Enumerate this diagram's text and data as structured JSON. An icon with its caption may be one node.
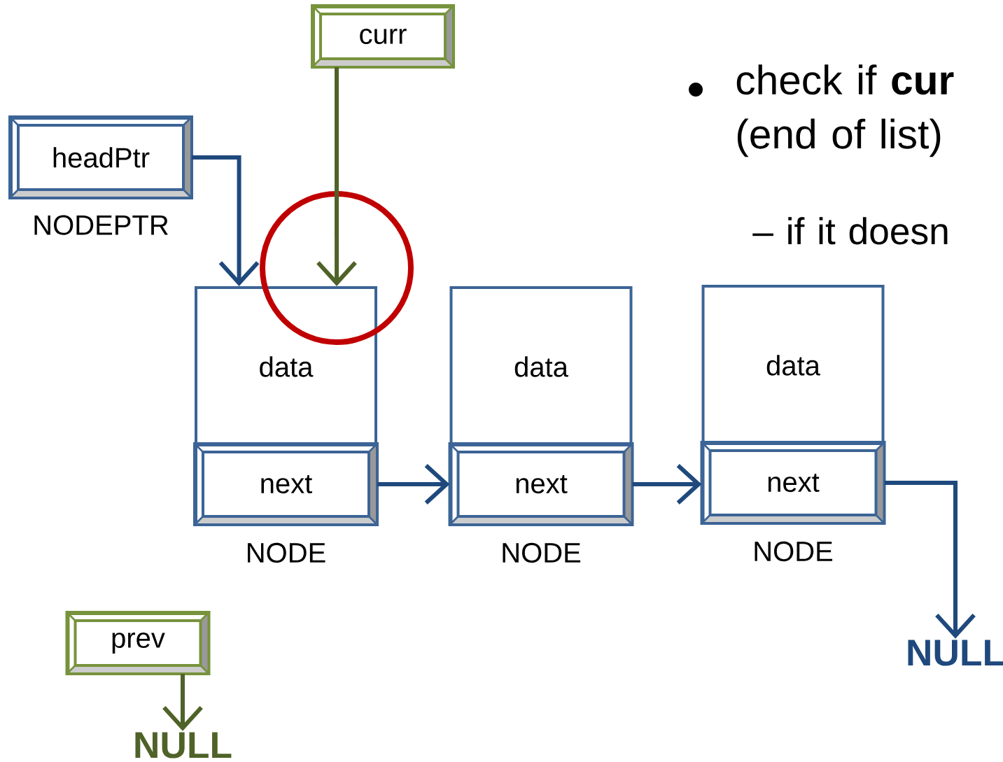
{
  "diagram": {
    "nodes": [
      {
        "text": [
          "curr"
        ]
      },
      {
        "text": [
          "headPtr"
        ],
        "beside": [
          "NODEPTR"
        ]
      },
      {
        "text": [
          "data"
        ],
        "beside": [
          "NODE"
        ]
      },
      {
        "text": [
          "next"
        ],
        "in": 2
      },
      {
        "text": [
          "data"
        ],
        "beside": [
          "NODE"
        ]
      },
      {
        "text": [
          "next"
        ],
        "in": 4
      },
      {
        "text": [
          "data"
        ],
        "beside": [
          "NODE"
        ]
      },
      {
        "text": [
          "next"
        ],
        "in": 6
      },
      {
        "text": [
          "prev"
        ]
      },
      {
        "text": [
          "NULL"
        ]
      },
      {
        "text": [
          "NULL"
        ]
      }
    ],
    "edges": [
      {
        "from": 0,
        "to": 2,
        "arrow": "to",
        "color": "#4f6228"
      },
      {
        "from": 1,
        "to": 2,
        "arrow": "to"
      },
      {
        "from": 3,
        "to": 4,
        "arrow": "to"
      },
      {
        "from": 5,
        "to": 6,
        "arrow": "to"
      },
      {
        "from": 7,
        "to": 9,
        "arrow": "to"
      },
      {
        "from": 8,
        "to": 10,
        "arrow": "to",
        "color": "#4f6228"
      }
    ],
    "labels": [
      "check if **cur** (end of list)",
      "– if it doesn"
    ]
  }
}
